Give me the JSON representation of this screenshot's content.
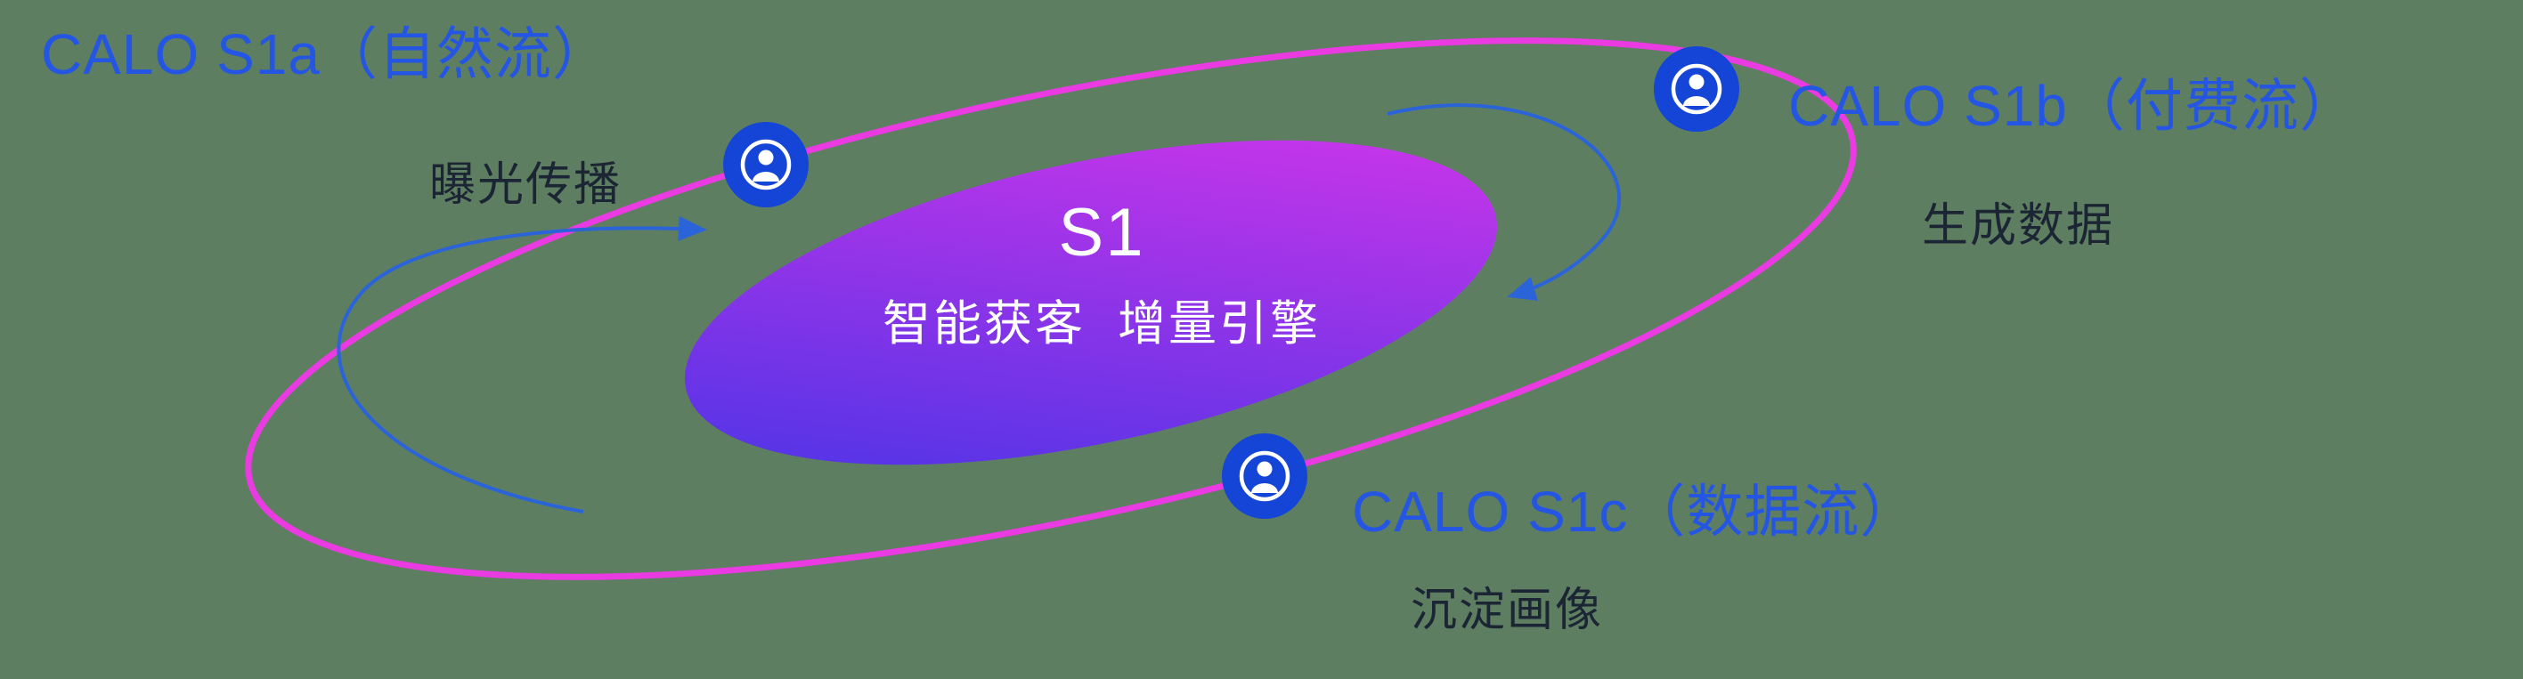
{
  "colors": {
    "background": "#5e7e62",
    "label-blue": "#2456e3",
    "subtitle-dark": "#1c2534",
    "orbit-pink": "#ea3ae1",
    "node-blue": "#1545d6",
    "arrow-blue": "#2b63d9",
    "gradient-start": "#4334e6",
    "gradient-end": "#d935ea",
    "center-text": "#ffffff"
  },
  "icons": {
    "person-icon": "👤"
  },
  "center": {
    "title": "S1",
    "subtitle": "智能获客  增量引擎"
  },
  "nodes": [
    {
      "id": "s1a",
      "label": "CALO S1a（自然流）",
      "sublabel": "曝光传播",
      "icon": "person-icon"
    },
    {
      "id": "s1b",
      "label": "CALO S1b（付费流）",
      "sublabel": "生成数据",
      "icon": "person-icon"
    },
    {
      "id": "s1c",
      "label": "CALO S1c（数据流）",
      "sublabel": "沉淀画像",
      "icon": "person-icon"
    }
  ]
}
